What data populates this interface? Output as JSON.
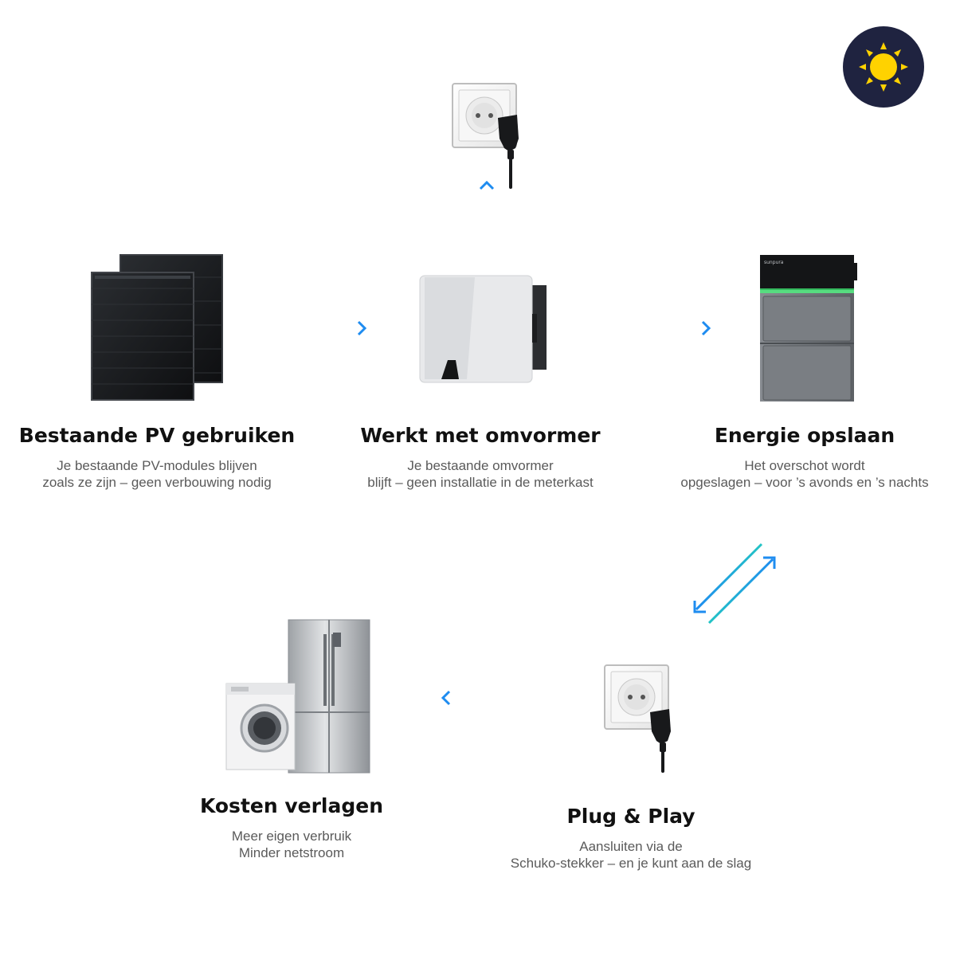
{
  "colors": {
    "arrow_blue": "#1e8cf0",
    "arrow_teal": "#22c4c4",
    "sun_bg": "#1f2340",
    "sun_yellow": "#ffd200",
    "panel_dark": "#17191c",
    "inverter_light": "#e7e8ea",
    "battery_grey": "#6f7378",
    "battery_led": "#3ad66a"
  },
  "icons": [
    "sun-icon",
    "wall-socket-icon",
    "solar-panel-icon",
    "inverter-icon",
    "battery-icon",
    "appliances-icon"
  ],
  "battery_brand": "sunpura",
  "steps": {
    "pv": {
      "title": "Bestaande PV gebruiken",
      "line1": "Je bestaande PV-modules blijven",
      "line2": "zoals ze zijn – geen verbouwing nodig"
    },
    "inverter": {
      "title": "Werkt met omvormer",
      "line1": "Je bestaande omvormer",
      "line2": "blijft – geen installatie in de meterkast"
    },
    "storage": {
      "title": "Energie opslaan",
      "line1": "Het overschot wordt",
      "line2": "opgeslagen – voor ’s avonds en ’s nachts"
    },
    "plug": {
      "title": "Plug & Play",
      "line1": "Aansluiten via de",
      "line2": "Schuko-stekker – en je kunt aan de slag"
    },
    "costs": {
      "title": "Kosten verlagen",
      "line1": "Meer eigen verbruik",
      "line2": "Minder netstroom"
    }
  }
}
